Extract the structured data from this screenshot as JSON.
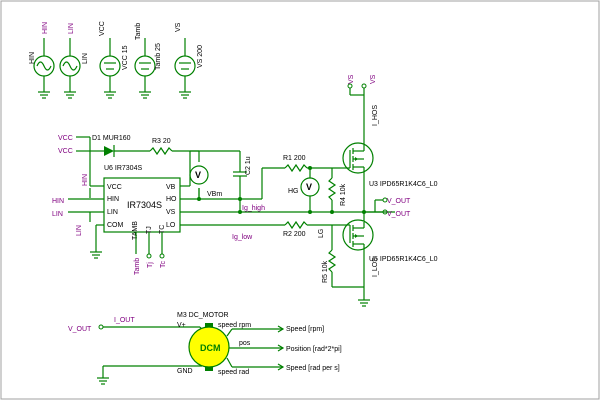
{
  "sources": {
    "hin": {
      "name": "HIN"
    },
    "lin": {
      "name": "LIN"
    },
    "vcc": {
      "name": "VCC",
      "value": "VCC 15"
    },
    "tamb": {
      "name": "Tamb",
      "value": "Tamb 25"
    },
    "vs": {
      "name": "VS",
      "value": "VS 200"
    }
  },
  "driver": {
    "ref": "U6 IR7304S",
    "body_label": "IR7304S",
    "pins_left": [
      "VCC",
      "HIN",
      "LIN",
      "COM"
    ],
    "pins_right": [
      "VB",
      "HO",
      "VS",
      "LO"
    ],
    "pins_bottom": [
      "TAMB",
      "TJ",
      "TC"
    ]
  },
  "net_labels": {
    "vcc1": "VCC",
    "vcc2": "VCC",
    "hin_up": "HIN",
    "hin_in": "HIN",
    "lin_in": "LIN",
    "lin_down": "LIN",
    "vs1": "VS",
    "vs2": "VS",
    "vout1": "V_OUT",
    "vout2": "V_OUT",
    "vout_motor": "V_OUT",
    "tamb": "Tamb",
    "tj": "Tj",
    "tc": "Tc"
  },
  "components": {
    "d1": "D1 MUR160",
    "r3": "R3 20",
    "c2": "C2 1u",
    "r1": "R1 200",
    "r2": "R2 200",
    "r4": "R4 10k",
    "r5": "R5 10k",
    "u3": "U3 IPD65R1K4C6_L0",
    "u5": "U5 IPD65R1K4C6_L0",
    "vbm": "VBm",
    "hg": "HG",
    "lg": "LG",
    "ihos": "I_HOS",
    "ilos": "I_LOS",
    "ig_high": "Ig_high",
    "ig_low": "Ig_low",
    "i_out": "I_OUT"
  },
  "motor": {
    "ref": "M3 DC_MOTOR",
    "body": "DCM",
    "vplus": "V+",
    "gnd": "GND",
    "speed_rpm": "speed  rpm",
    "pos": "pos",
    "speed_rad": "speed  rad",
    "out_speed_rpm": "Speed [rpm]",
    "out_position": "Position [rad*2*pi]",
    "out_speed_rad": "Speed [rad per s]"
  },
  "colors": {
    "wire": "#008000",
    "text": "#000000",
    "net": "#800080",
    "motor_fill": "#ffff00",
    "meter_fill": "#ffffff"
  }
}
